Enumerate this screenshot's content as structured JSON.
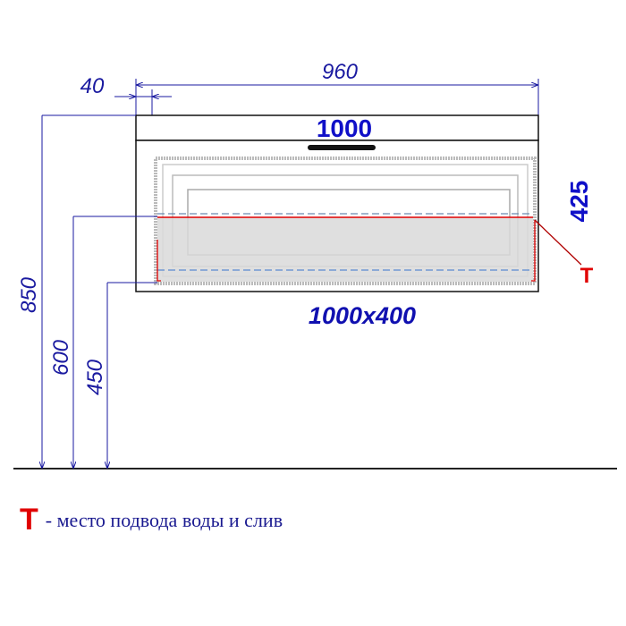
{
  "dimensions": {
    "width_inner": "960",
    "side_offset": "40",
    "width_total": "1000",
    "height_cabinet": "425",
    "height_top": "850",
    "height_pipe_top": "600",
    "height_pipe_bottom": "450",
    "sink_size": "1000x400"
  },
  "marker": {
    "label": "T"
  },
  "legend": {
    "marker": "T",
    "text": "- место подвода воды и слив"
  },
  "colors": {
    "dimension": "#1a1aa0",
    "marker": "#e00000"
  }
}
